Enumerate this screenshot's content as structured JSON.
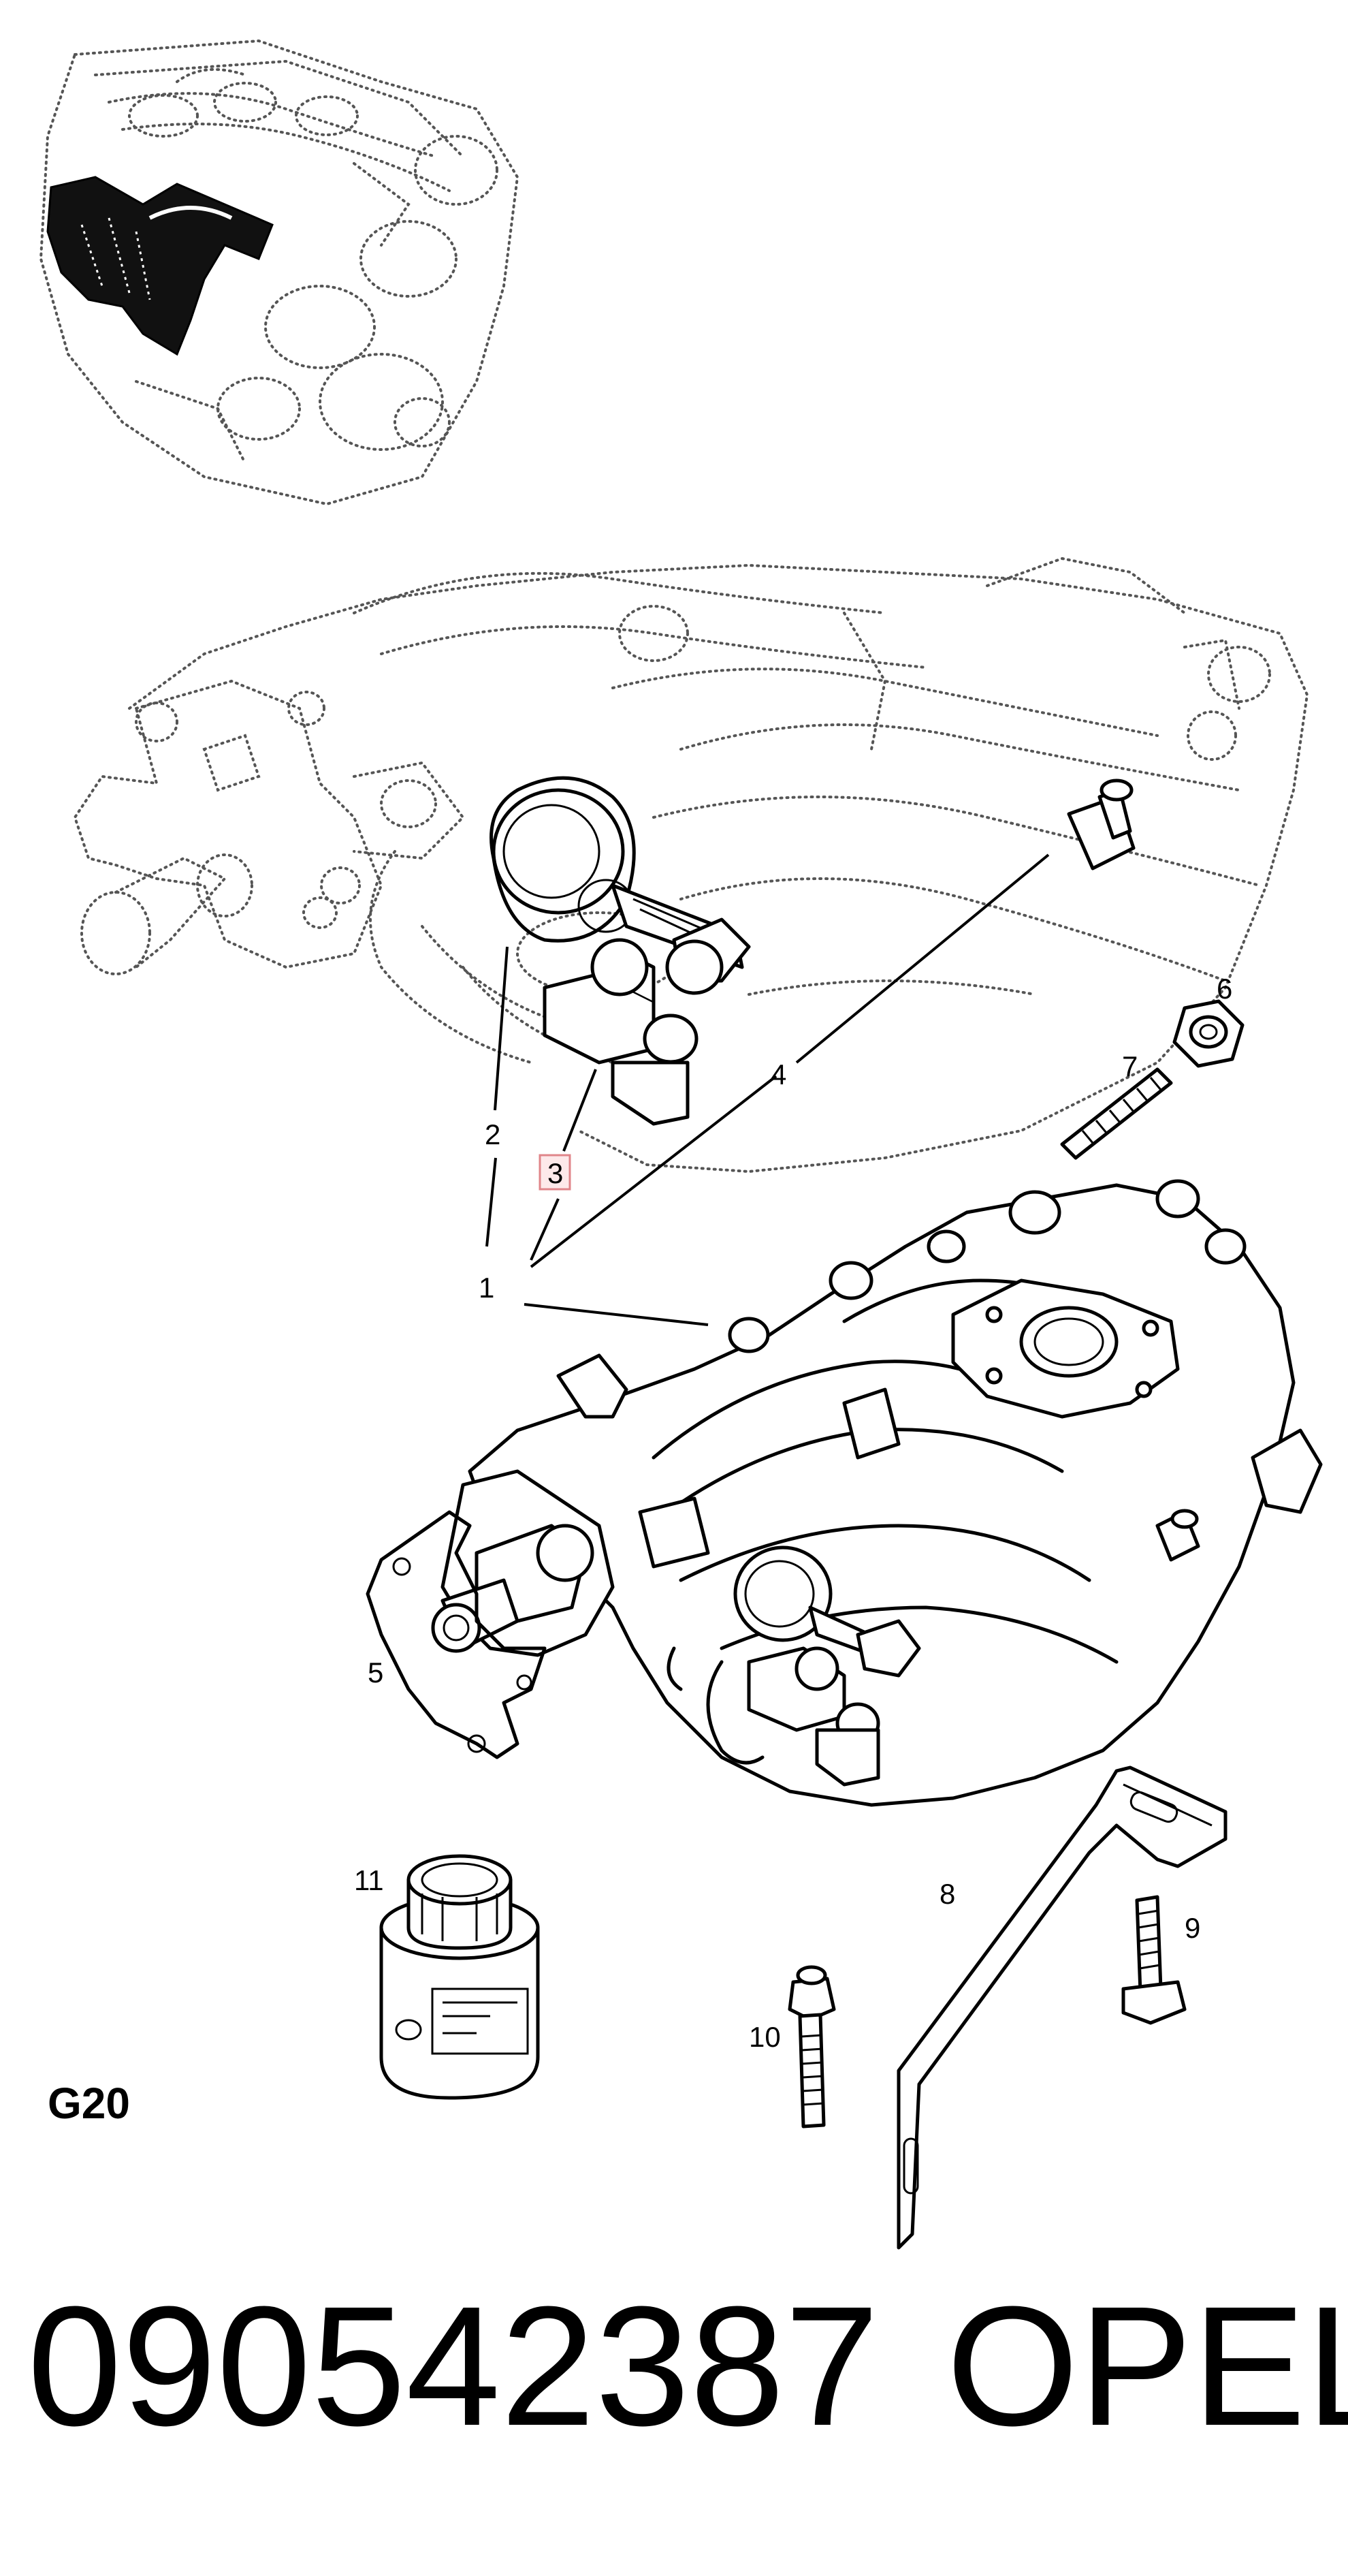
{
  "callouts": {
    "c1": "1",
    "c2": "2",
    "c3": "3",
    "c4": "4",
    "c5": "5",
    "c6": "6",
    "c7": "7",
    "c8": "8",
    "c9": "9",
    "c10": "10",
    "c11": "11"
  },
  "section_code": "G20",
  "footer": {
    "part_number": "090542387",
    "brand": "OPEL"
  },
  "colors": {
    "ink": "#000000",
    "highlight_fill": "#fde9ea",
    "highlight_stroke": "#e0858a"
  }
}
